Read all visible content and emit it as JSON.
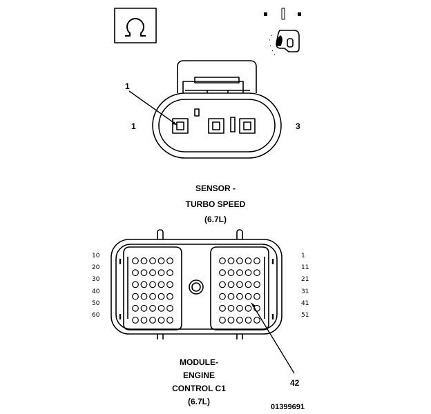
{
  "sensor": {
    "title_lines": [
      "SENSOR -",
      "TURBO SPEED",
      "(6.7L)"
    ],
    "callout": "1",
    "pin_left": "1",
    "pin_right": "3"
  },
  "module": {
    "title_lines": [
      "MODULE-",
      "ENGINE",
      "CONTROL C1",
      "(6.7L)"
    ],
    "callout": "42",
    "left_pin_numbers": [
      "10",
      "20",
      "30",
      "40",
      "50",
      "60"
    ],
    "right_pin_numbers": [
      "1",
      "11",
      "21",
      "31",
      "41",
      "51"
    ]
  },
  "figure_code": "01399691",
  "colors": {
    "ink": "#000000",
    "paper": "#ffffff"
  },
  "icons": [
    "ohm-symbol-icon",
    "test-probe-icon"
  ]
}
